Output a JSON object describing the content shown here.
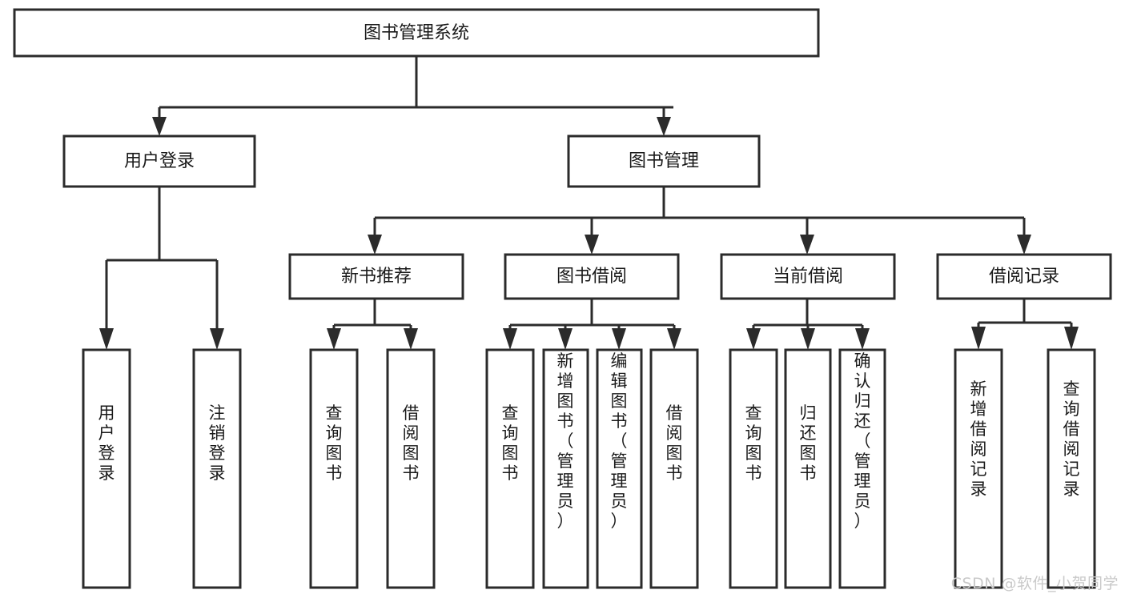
{
  "diagram": {
    "type": "tree",
    "title_node": "图书管理系统",
    "watermark": "CSDN @软件_小贺同学",
    "colors": {
      "box_stroke": "#2b2b2b",
      "box_fill": "#ffffff",
      "text": "#1a1a1a",
      "background": "#ffffff",
      "watermark": "#c9c9c9"
    },
    "levels": {
      "root": {
        "label": "图书管理系统"
      },
      "level2": [
        {
          "label": "用户登录"
        },
        {
          "label": "图书管理"
        }
      ],
      "level3": [
        {
          "label": "新书推荐"
        },
        {
          "label": "图书借阅"
        },
        {
          "label": "当前借阅"
        },
        {
          "label": "借阅记录"
        }
      ],
      "leaves": [
        {
          "label": "用户登录",
          "parent": "用户登录"
        },
        {
          "label": "注销登录",
          "parent": "用户登录"
        },
        {
          "label": "查询图书",
          "parent": "新书推荐"
        },
        {
          "label": "借阅图书",
          "parent": "新书推荐"
        },
        {
          "label": "查询图书",
          "parent": "图书借阅"
        },
        {
          "label": "新增图书（管理员）",
          "parent": "图书借阅"
        },
        {
          "label": "编辑图书（管理员）",
          "parent": "图书借阅"
        },
        {
          "label": "借阅图书",
          "parent": "图书借阅"
        },
        {
          "label": "查询图书",
          "parent": "当前借阅"
        },
        {
          "label": "归还图书",
          "parent": "当前借阅"
        },
        {
          "label": "确认归还（管理员）",
          "parent": "当前借阅"
        },
        {
          "label": "新增借阅记录",
          "parent": "借阅记录"
        },
        {
          "label": "查询借阅记录",
          "parent": "借阅记录"
        }
      ]
    }
  }
}
